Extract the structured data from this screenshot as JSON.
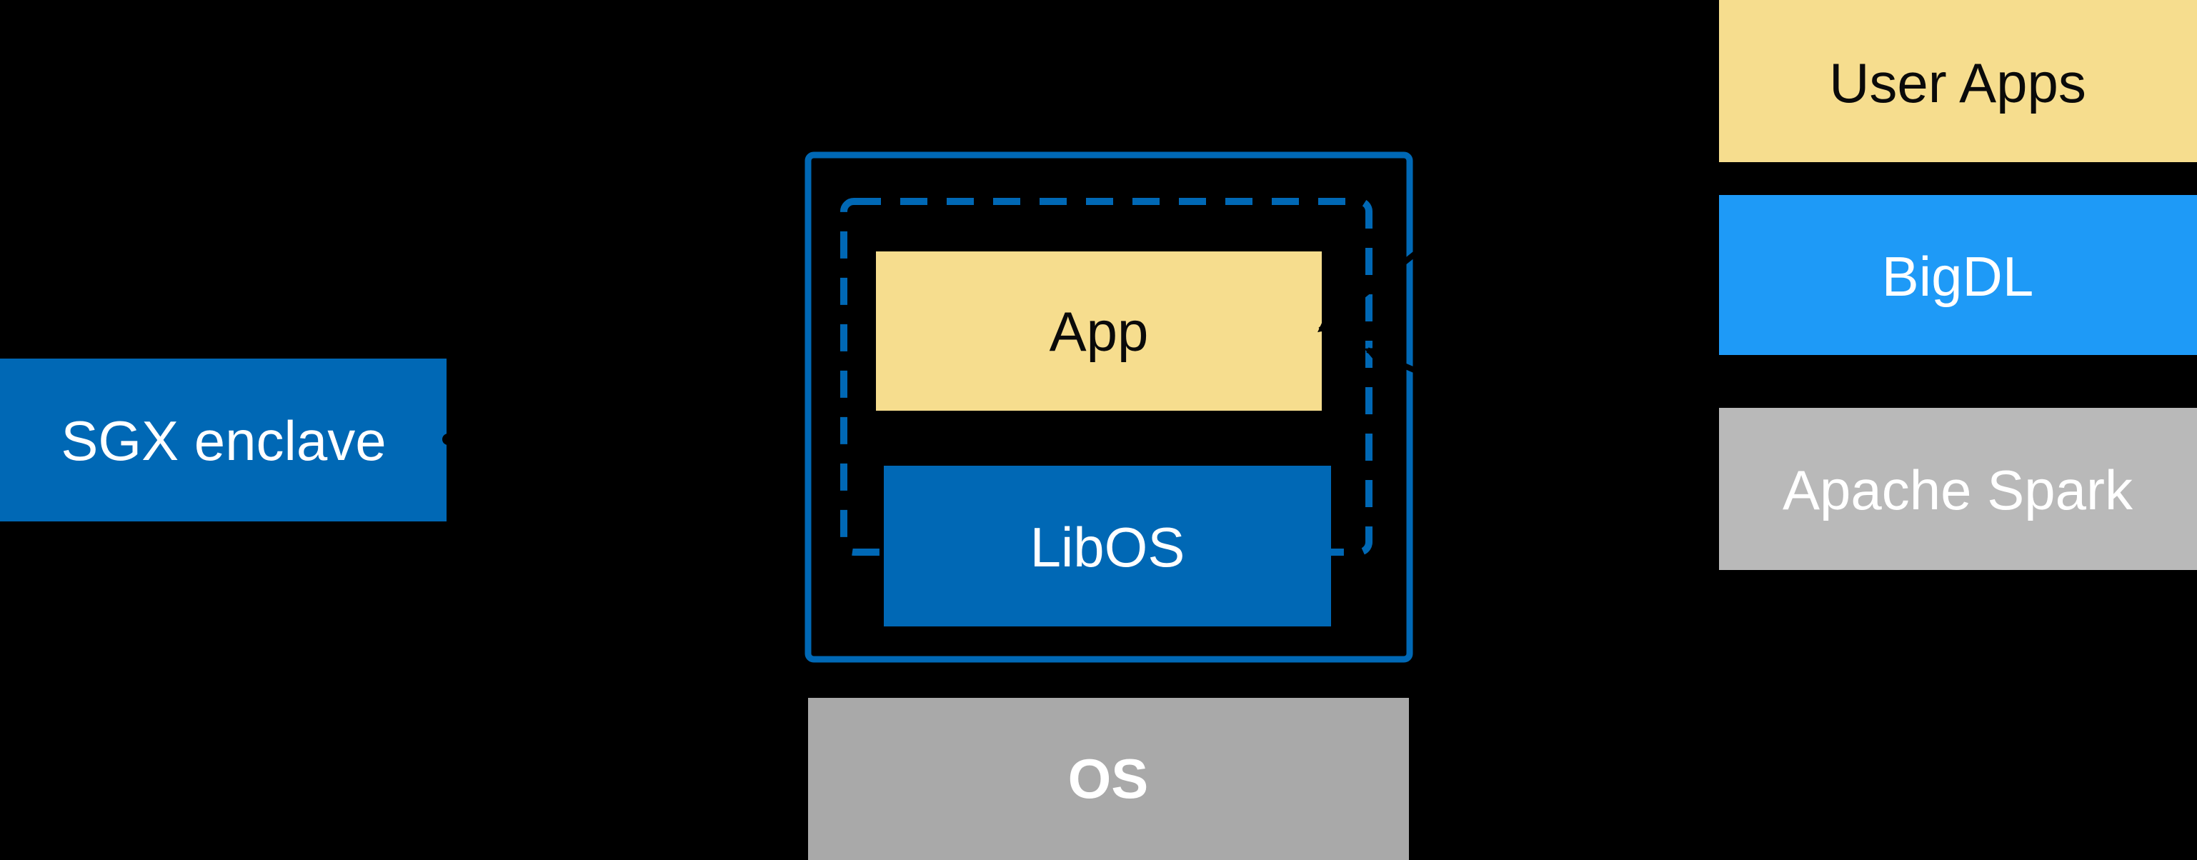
{
  "colors": {
    "background": "#000000",
    "intel_blue": "#0068B5",
    "bright_blue": "#1E9AF7",
    "yellow": "#F6DD8E",
    "gray_spark": "#B9B9B9",
    "gray_os": "#A9A9A9",
    "arrow_black": "#000000",
    "text_white": "#FFFFFF",
    "text_dark": "#0A0A0A"
  },
  "sgx_label": {
    "text": "SGX enclave"
  },
  "enclave_box": {
    "app": "App",
    "libos": "LibOS"
  },
  "os_box": {
    "label": "OS"
  },
  "right_stack": {
    "user_apps": "User Apps",
    "bigdl": "BigDL",
    "apache_spark": "Apache Spark"
  }
}
